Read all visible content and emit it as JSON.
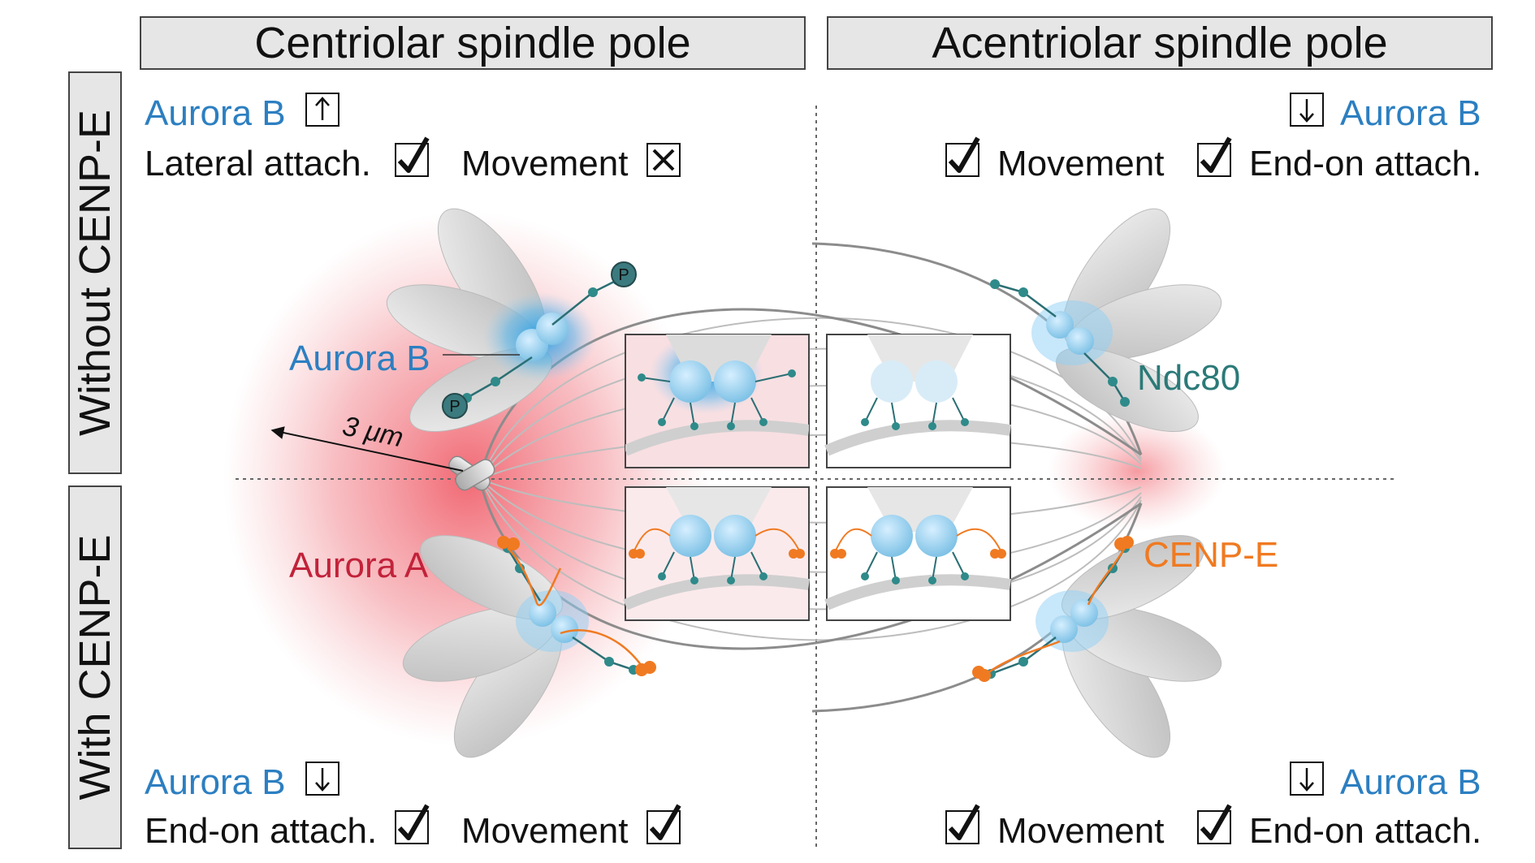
{
  "headers": {
    "left": "Centriolar spindle pole",
    "right": "Acentriolar spindle pole"
  },
  "side_labels": {
    "top": "Without CENP-E",
    "bottom": "With CENP-E"
  },
  "quadrants": {
    "top_left": {
      "aurora": "Aurora B",
      "aurora_state": "up",
      "items": [
        {
          "label": "Lateral attach.",
          "state": "check"
        },
        {
          "label": "Movement",
          "state": "cross"
        }
      ]
    },
    "top_right": {
      "aurora": "Aurora B",
      "aurora_state": "down",
      "items": [
        {
          "label": "Movement",
          "state": "check"
        },
        {
          "label": "End-on attach.",
          "state": "check"
        }
      ]
    },
    "bottom_left": {
      "aurora": "Aurora B",
      "aurora_state": "down",
      "items": [
        {
          "label": "End-on attach.",
          "state": "check"
        },
        {
          "label": "Movement",
          "state": "check"
        }
      ]
    },
    "bottom_right": {
      "aurora": "Aurora B",
      "aurora_state": "down",
      "items": [
        {
          "label": "Movement",
          "state": "check"
        },
        {
          "label": "End-on attach.",
          "state": "check"
        }
      ]
    }
  },
  "diagram_labels": {
    "aurora_b": "Aurora B",
    "aurora_a": "Aurora A",
    "ndc80": "Ndc80",
    "cenp_e": "CENP-E",
    "distance": "3 μm",
    "phospho": "P"
  },
  "colors": {
    "aurora_b": "#2c7fc1",
    "aurora_a": "#c2223a",
    "ndc80": "#2b7a78",
    "cenp_e": "#f07a21",
    "header_bg": "#e6e6e6"
  }
}
